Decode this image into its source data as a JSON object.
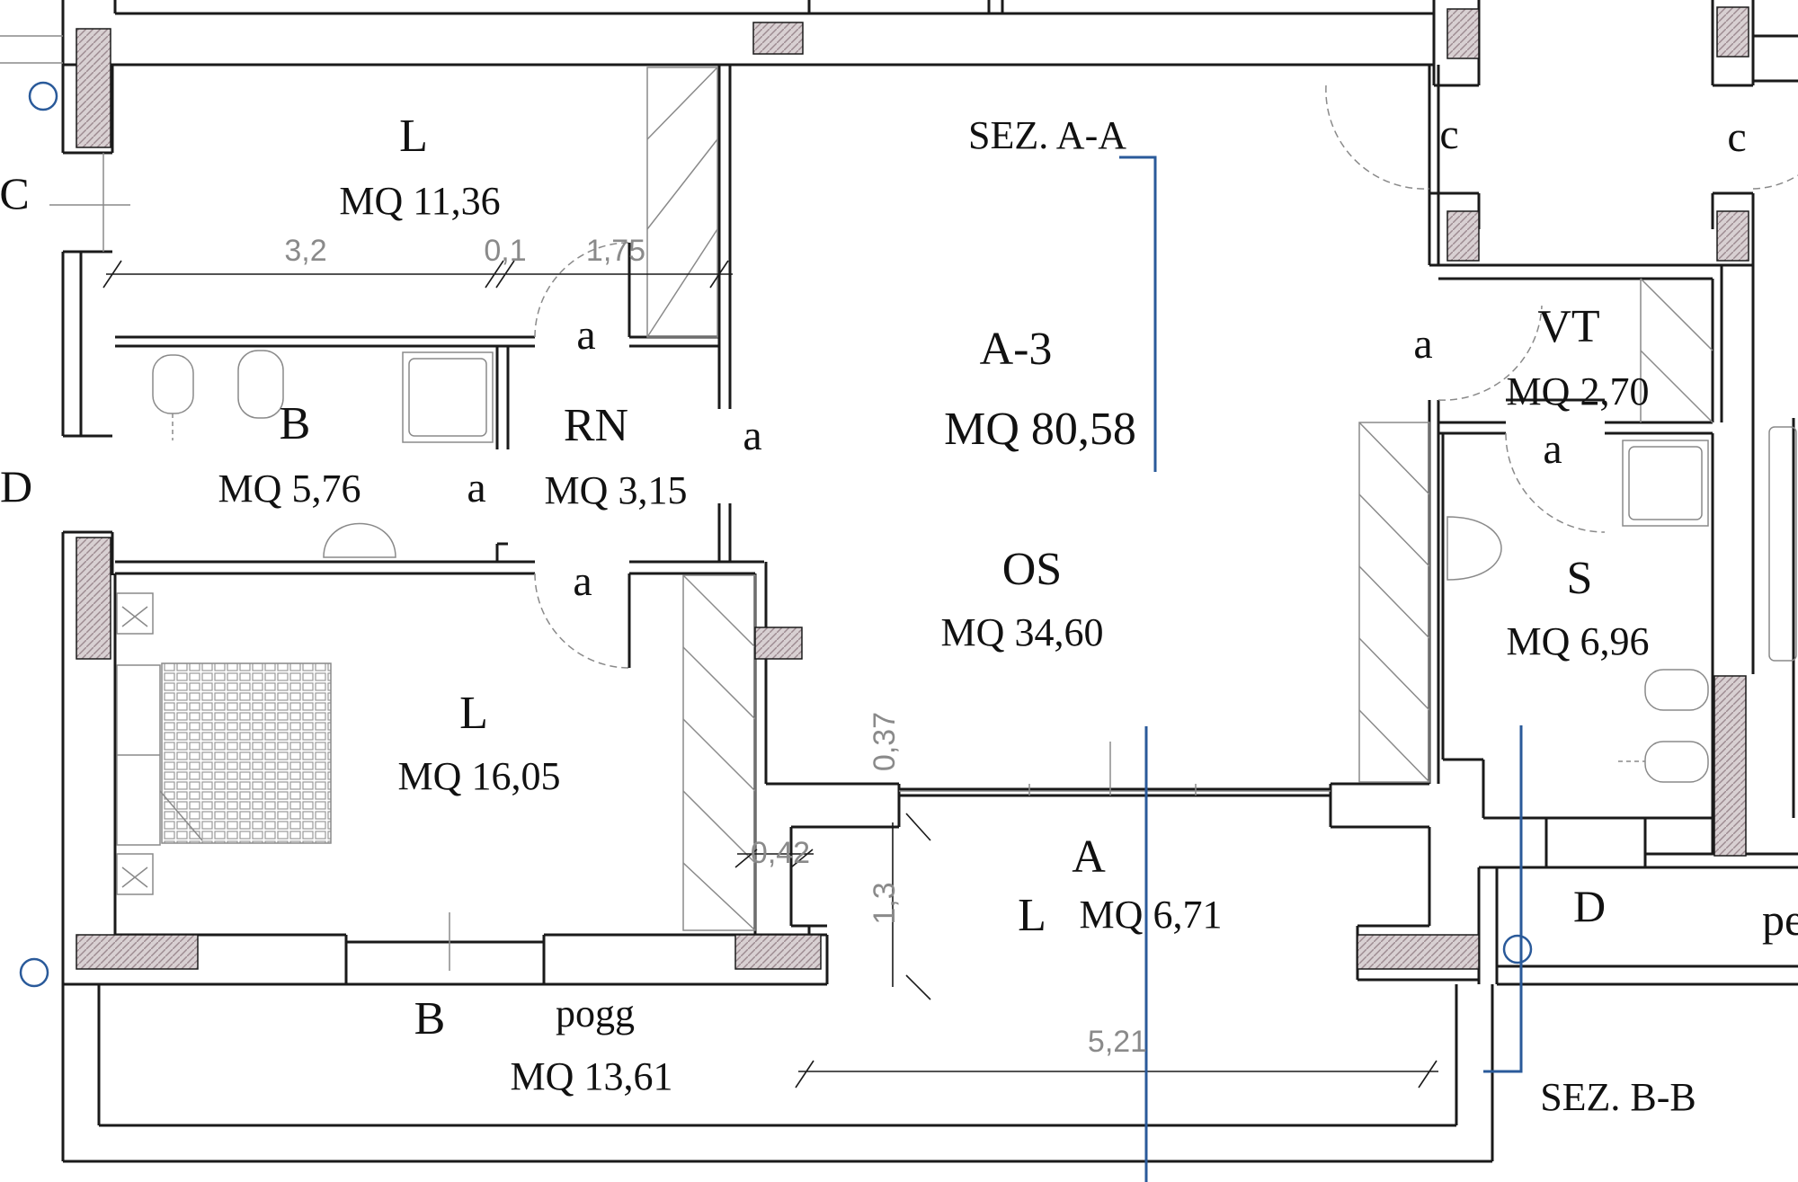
{
  "plan": {
    "colors": {
      "wall": "#1a1a1a",
      "hatch": "#b07a88",
      "section_line": "#2a5a9a",
      "dimension": "#8a8a8a",
      "text": "#111111"
    },
    "rooms": {
      "top_left": {
        "label": "L",
        "area": "MQ 11,36"
      },
      "main": {
        "label": "A-3",
        "area": "MQ 80,58"
      },
      "living": {
        "label": "OS",
        "area": "MQ 34,60"
      },
      "bath_left": {
        "label": "B",
        "area": "MQ 5,76"
      },
      "hall": {
        "label": "RN",
        "area": "MQ 3,15"
      },
      "bedroom": {
        "label": "L",
        "area": "MQ 16,05"
      },
      "vt": {
        "label": "VT",
        "area": "MQ 2,70"
      },
      "bath_right": {
        "label": "S",
        "area": "MQ 6,96"
      },
      "terrace": {
        "label": "A",
        "label2": "L",
        "area": "MQ 6,71"
      },
      "balcony": {
        "label": "B",
        "name": "pogg",
        "area": "MQ 13,61"
      }
    },
    "doors": [
      "a",
      "a",
      "a",
      "a",
      "a",
      "a"
    ],
    "closets": [
      "c",
      "c"
    ],
    "dimensions": {
      "d1": "3,2",
      "d2": "0,1",
      "d3": "1,75",
      "d4": "0,37",
      "d5": "0,42",
      "d6": "1,3",
      "d7": "5,21"
    },
    "sections": {
      "aa": "SEZ. A-A",
      "bb": "SEZ. B-B"
    },
    "side_labels": {
      "c_left": "C",
      "d_left": "D",
      "d_right": "D",
      "pe_right": "pe"
    }
  }
}
